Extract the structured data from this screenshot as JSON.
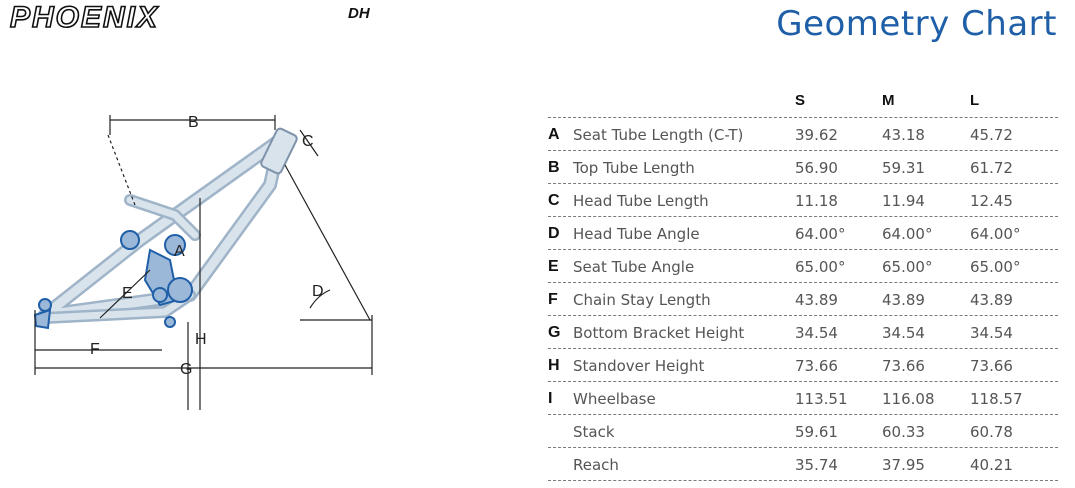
{
  "brand": {
    "name": "PHOENIX",
    "suffix": "DH"
  },
  "title": "Geometry Chart",
  "diagram_labels": {
    "a": "A",
    "b": "B",
    "c": "C",
    "d": "D",
    "e": "E",
    "f": "F",
    "g": "G",
    "h": "H"
  },
  "sizes": [
    "S",
    "M",
    "L"
  ],
  "rows": [
    {
      "letter": "A",
      "label": "Seat Tube Length (C-T)",
      "values": [
        "39.62",
        "43.18",
        "45.72"
      ]
    },
    {
      "letter": "B",
      "label": "Top Tube Length",
      "values": [
        "56.90",
        "59.31",
        "61.72"
      ]
    },
    {
      "letter": "C",
      "label": "Head Tube Length",
      "values": [
        "11.18",
        "11.94",
        "12.45"
      ]
    },
    {
      "letter": "D",
      "label": "Head Tube Angle",
      "values": [
        "64.00°",
        "64.00°",
        "64.00°"
      ]
    },
    {
      "letter": "E",
      "label": "Seat Tube Angle",
      "values": [
        "65.00°",
        "65.00°",
        "65.00°"
      ]
    },
    {
      "letter": "F",
      "label": "Chain Stay Length",
      "values": [
        "43.89",
        "43.89",
        "43.89"
      ]
    },
    {
      "letter": "G",
      "label": "Bottom Bracket Height",
      "values": [
        "34.54",
        "34.54",
        "34.54"
      ]
    },
    {
      "letter": "H",
      "label": "Standover Height",
      "values": [
        "73.66",
        "73.66",
        "73.66"
      ]
    },
    {
      "letter": "I",
      "label": "Wheelbase",
      "values": [
        "113.51",
        "116.08",
        "118.57"
      ]
    },
    {
      "letter": "",
      "label": "Stack",
      "values": [
        "59.61",
        "60.33",
        "60.78"
      ]
    },
    {
      "letter": "",
      "label": "Reach",
      "values": [
        "35.74",
        "37.95",
        "40.21"
      ]
    }
  ]
}
